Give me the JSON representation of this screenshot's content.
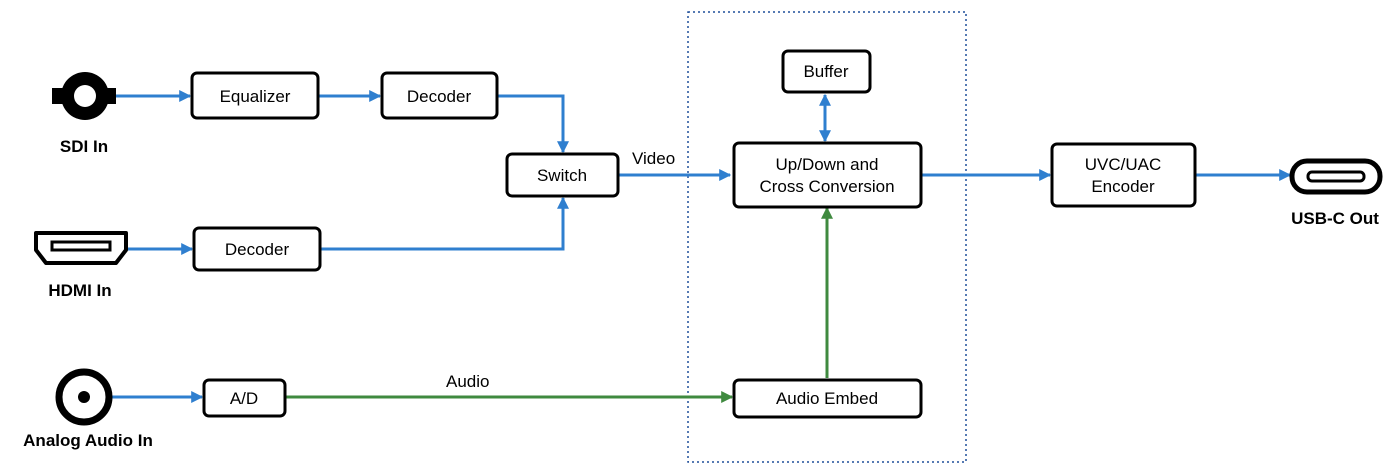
{
  "inputs": {
    "sdi": "SDI In",
    "hdmi": "HDMI In",
    "analog": "Analog Audio In"
  },
  "output": {
    "usb": "USB-C Out"
  },
  "blocks": {
    "equalizer": "Equalizer",
    "decoder_sdi": "Decoder",
    "decoder_hdmi": "Decoder",
    "switch": "Switch",
    "ad": "A/D",
    "buffer": "Buffer",
    "conversion_line1": "Up/Down and",
    "conversion_line2": "Cross Conversion",
    "audio_embed": "Audio Embed",
    "encoder_line1": "UVC/UAC",
    "encoder_line2": "Encoder"
  },
  "signals": {
    "video": "Video",
    "audio": "Audio"
  },
  "colors": {
    "video_wire": "#2f7fcf",
    "audio_wire": "#3f8a3f",
    "frame": "#1f4e9a"
  }
}
